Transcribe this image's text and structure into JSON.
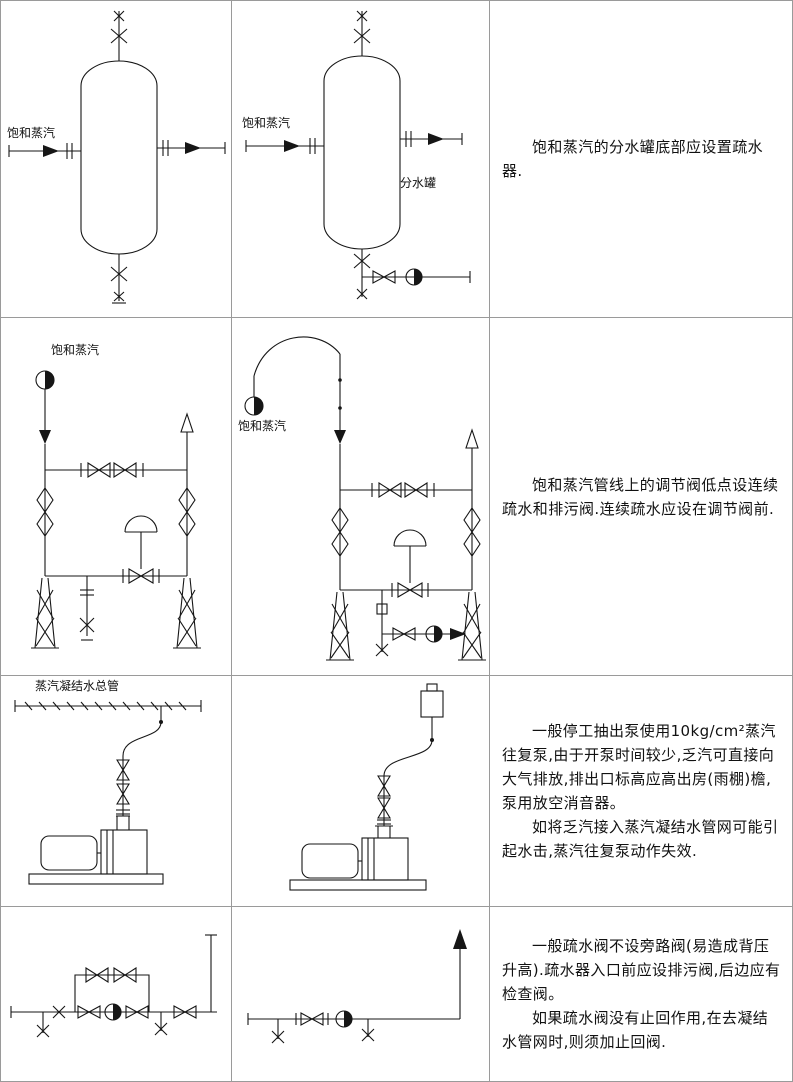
{
  "rows": [
    {
      "left": {
        "label_steam": "饱和蒸汽"
      },
      "right": {
        "label_steam": "饱和蒸汽",
        "label_tank": "分水罐"
      },
      "note": [
        "饱和蒸汽的分水罐底部应设置疏水器."
      ]
    },
    {
      "left": {
        "label_steam": "饱和蒸汽"
      },
      "right": {
        "label_steam": "饱和蒸汽"
      },
      "note": [
        "饱和蒸汽管线上的调节阀低点设连续疏水和排污阀.连续疏水应设在调节阀前."
      ]
    },
    {
      "left": {
        "label_header": "蒸汽凝结水总管"
      },
      "right": {},
      "note": [
        "一般停工抽出泵使用10kg/cm²蒸汽往复泵,由于开泵时间较少,乏汽可直接向大气排放,排出口标高应高出房(雨棚)檐,泵用放空消音器。",
        "如将乏汽接入蒸汽凝结水管网可能引起水击,蒸汽往复泵动作失效."
      ]
    },
    {
      "left": {},
      "right": {},
      "note": [
        "一般疏水阀不设旁路阀(易造成背压升高).疏水器入口前应设排污阀,后边应有检查阀。",
        "如果疏水阀没有止回作用,在去凝结水管网时,则须加止回阀."
      ]
    }
  ]
}
